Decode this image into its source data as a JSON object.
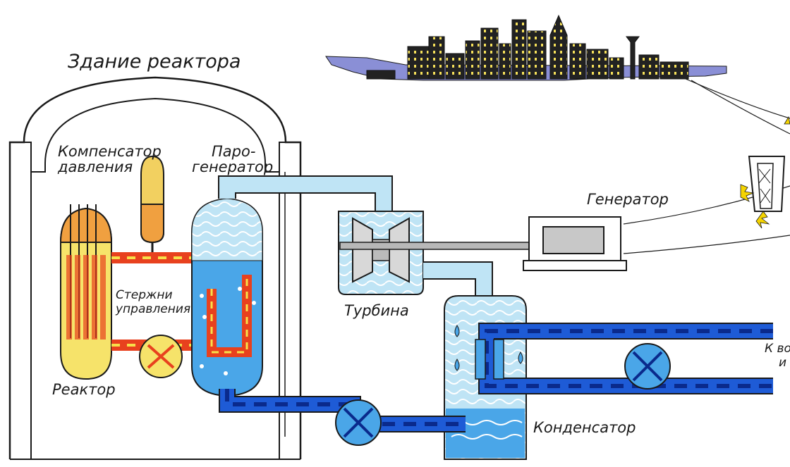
{
  "labels": {
    "reactor_building": "Здание реактора",
    "pressurizer_line1": "Компенсатор",
    "pressurizer_line2": "давления",
    "steam_gen_line1": "Паро-",
    "steam_gen_line2": "генератор",
    "generator": "Генератор",
    "control_rods_line1": "Стержни",
    "control_rods_line2": "управления",
    "turbine": "Турбина",
    "reactor": "Реактор",
    "condenser": "Конденсатор",
    "water_source_line1": "К во",
    "water_source_line2": "и"
  },
  "colors": {
    "hot_loop": "#e8411e",
    "hot_loop_dash": "#f7e04a",
    "cold_loop": "#1e5bd6",
    "cold_loop_dash": "#0a2a8c",
    "steam": "#bfe4f5",
    "water": "#4aa6e8",
    "reactor_body": "#f6e36a",
    "reactor_top": "#f0a040",
    "pressurizer": "#f2d060",
    "outline": "#1a1a1a",
    "city": "#222222",
    "city_windows": "#f5e05a",
    "ground": "#8a8fd6",
    "spark": "#f5d400"
  }
}
